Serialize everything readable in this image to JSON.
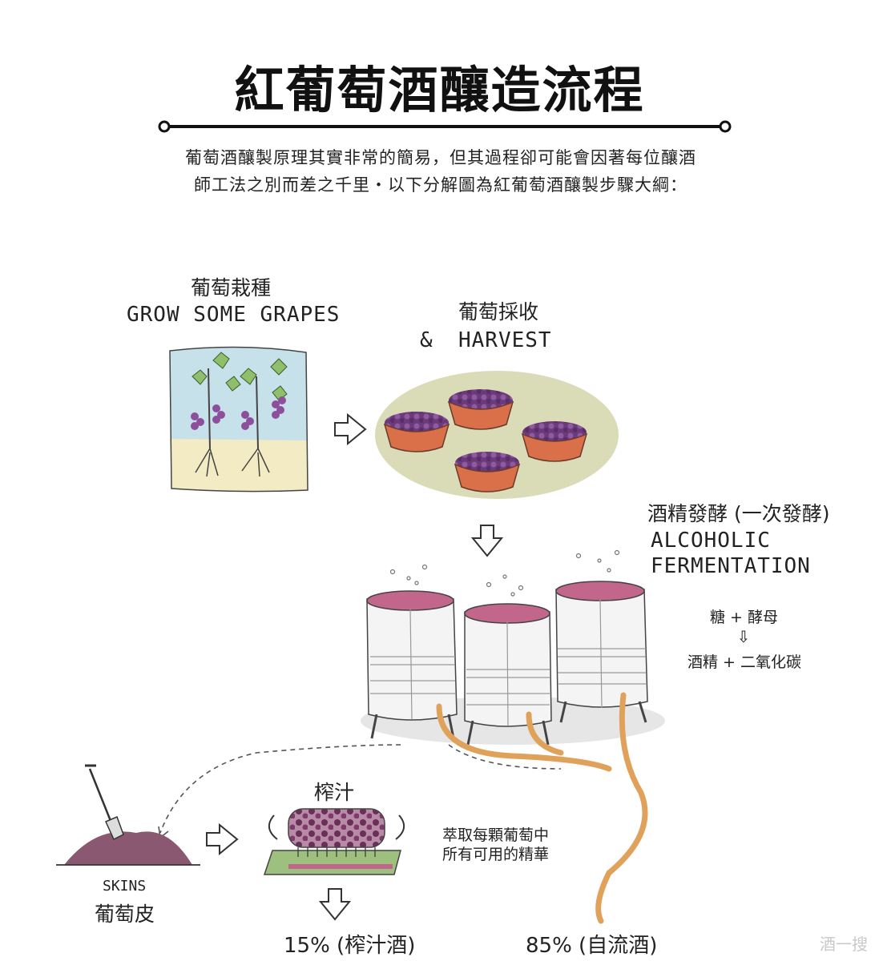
{
  "title": "紅葡萄酒釀造流程",
  "intro": {
    "line1": "葡萄酒釀製原理其實非常的簡易，但其過程卻可能會因著每位釀酒",
    "line2": "師工法之別而差之千里・以下分解圖為紅葡萄酒釀製步驟大綱："
  },
  "steps": {
    "grow": {
      "zh": "葡萄栽種",
      "en": "GROW SOME GRAPES"
    },
    "harvest": {
      "zh": "葡萄採收",
      "amp": "&",
      "en": "HARVEST"
    },
    "fermentation": {
      "zh": "酒精發酵 (一次發酵)",
      "en1": "ALCOHOLIC",
      "en2": "FERMENTATION",
      "formula_in": "糖 + 酵母",
      "formula_arrow": "⇩",
      "formula_out": "酒精 + 二氧化碳"
    },
    "press": {
      "zh": "榨汁",
      "note1": "萃取每顆葡萄中",
      "note2": "所有可用的精華"
    },
    "skins": {
      "en": "SKINS",
      "zh": "葡萄皮"
    }
  },
  "results": {
    "press_wine": "15% (榨汁酒)",
    "free_run": "85% (自流酒)"
  },
  "watermark": "酒一搜",
  "colors": {
    "grape": "#7a3f86",
    "pot": "#d9704a",
    "tray_green": "#9ec07e",
    "hose": "#e0a25a",
    "sky": "#c7e1ea",
    "ground": "#f3ebc4",
    "ellipse_bg": "#dadcb8",
    "must": "#c3668c",
    "skins": "#8a5870"
  },
  "icons": [
    "arrow-right-icon",
    "arrow-down-icon",
    "shovel-icon",
    "rotate-arrow-icon"
  ]
}
